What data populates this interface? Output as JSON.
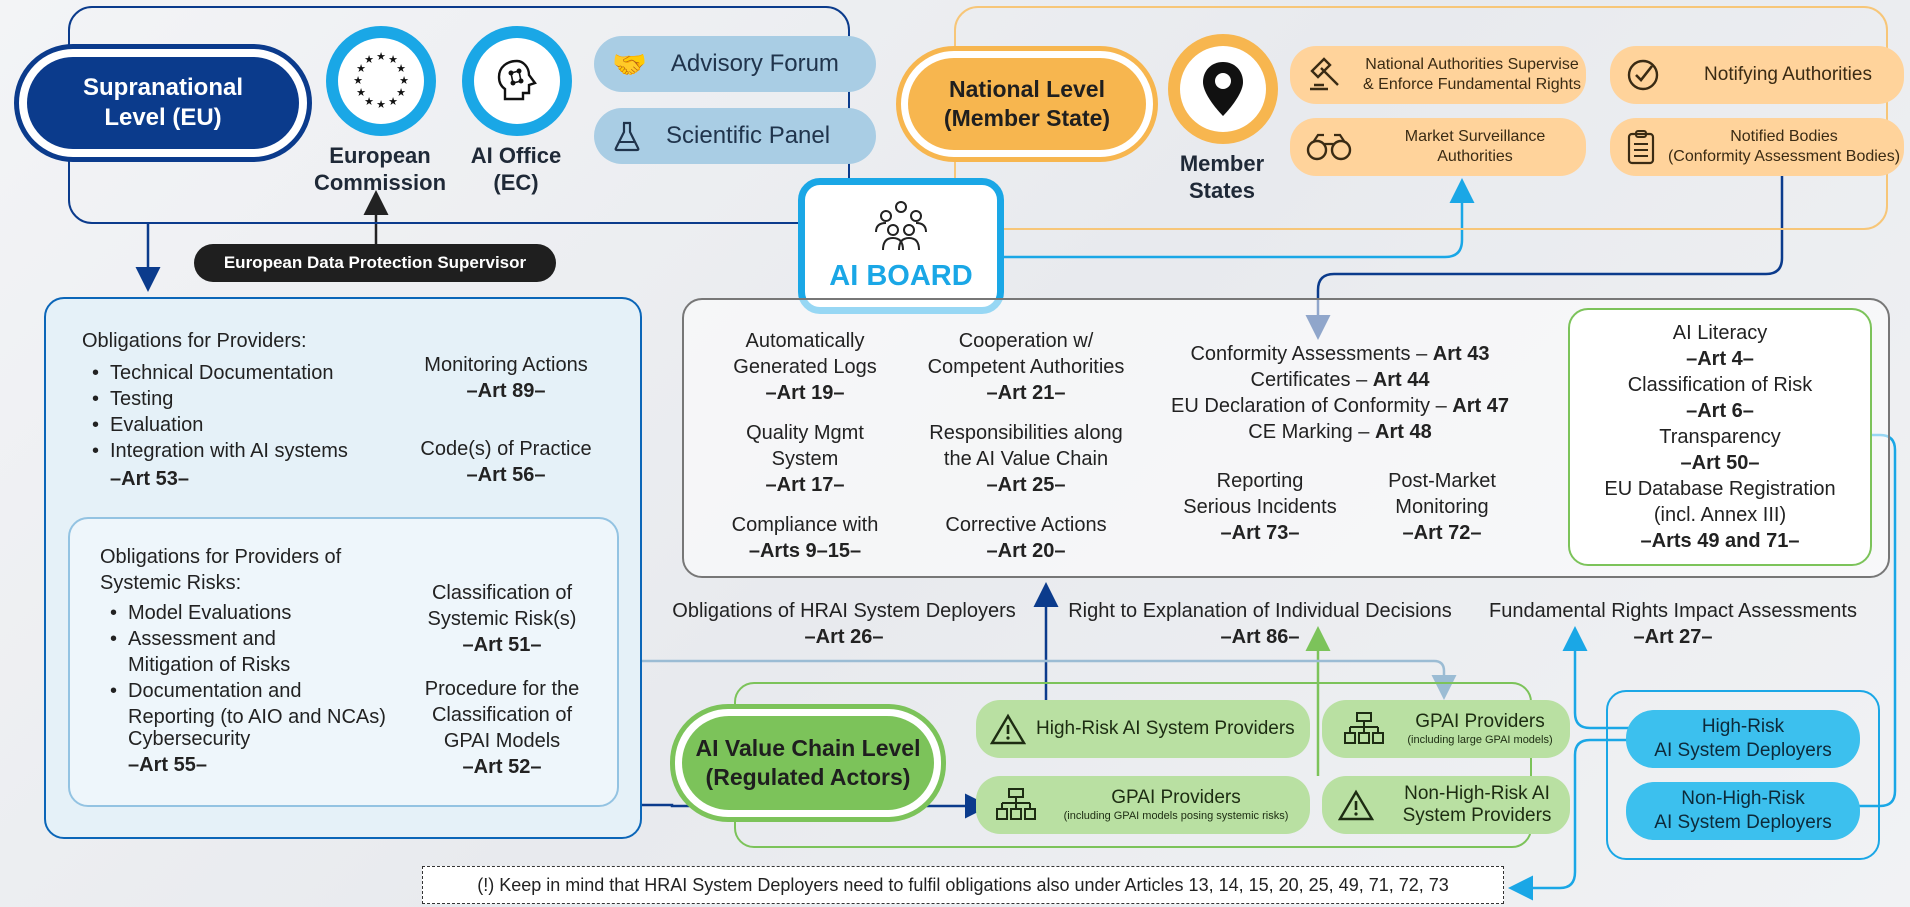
{
  "supranational": {
    "title_line1": "Supranational",
    "title_line2": "Level (EU)",
    "commission_line1": "European",
    "commission_line2": "Commission",
    "ai_office_line1": "AI Office",
    "ai_office_line2": "(EC)",
    "advisory_forum": "Advisory Forum",
    "scientific_panel": "Scientific Panel",
    "edps": "European Data Protection Supervisor"
  },
  "national": {
    "title_line1": "National Level",
    "title_line2": "(Member State)",
    "member_states_line1": "Member",
    "member_states_line2": "States",
    "nat_auth_line1": "National Authorities Supervise",
    "nat_auth_line2": "& Enforce Fundamental Rights",
    "notifying": "Notifying Authorities",
    "market_line1": "Market Surveillance",
    "market_line2": "Authorities",
    "notified_line1": "Notified Bodies",
    "notified_line2": "(Conformity Assessment Bodies)"
  },
  "ai_board": "AI BOARD",
  "providers": {
    "heading": "Obligations for Providers:",
    "items": [
      "Technical Documentation",
      "Testing",
      "Evaluation",
      "Integration with AI systems"
    ],
    "art": "–Art 53–",
    "monitoring": "Monitoring Actions",
    "monitoring_art": "–Art 89–",
    "codes": "Code(s) of Practice",
    "codes_art": "–Art 56–"
  },
  "systemic": {
    "heading_line1": "Obligations for Providers of",
    "heading_line2": "Systemic Risks:",
    "item1": "Model Evaluations",
    "item2_line1": "Assessment and",
    "item2_line2": "Mitigation of Risks",
    "item3_line1": "Documentation and",
    "item3_line2": "Reporting (to AIO and NCAs)",
    "cyber": "Cybersecurity",
    "art": "–Art 55–",
    "class_line1": "Classification of",
    "class_line2": "Systemic Risk(s)",
    "class_art": "–Art 51–",
    "proc_line1": "Procedure for the",
    "proc_line2": "Classification of",
    "proc_line3": "GPAI Models",
    "proc_art": "–Art 52–"
  },
  "obligations_center": {
    "logs_line1": "Automatically",
    "logs_line2": "Generated Logs",
    "logs_art": "–Art 19–",
    "coop_line1": "Cooperation w/",
    "coop_line2": "Competent Authorities",
    "coop_art": "–Art 21–",
    "qms_line1": "Quality Mgmt",
    "qms_line2": "System",
    "qms_art": "–Art 17–",
    "resp_line1": "Responsibilities along",
    "resp_line2": "the AI Value Chain",
    "resp_art": "–Art 25–",
    "comp_line1": "Compliance with",
    "comp_art": "–Arts 9–15–",
    "corr_line1": "Corrective Actions",
    "corr_art": "–Art 20–",
    "ca_text": "Conformity Assessments – ",
    "ca_art": "Art 43",
    "cert_text": "Certificates – ",
    "cert_art": "Art 44",
    "decl_text": "EU Declaration of Conformity – ",
    "decl_art": "Art 47",
    "ce_text": "CE Marking – ",
    "ce_art": "Art 48",
    "rep_line1": "Reporting",
    "rep_line2": "Serious Incidents",
    "rep_art": "–Art 73–",
    "pm_line1": "Post-Market",
    "pm_line2": "Monitoring",
    "pm_art": "–Art 72–"
  },
  "general_box": {
    "literacy": "AI Literacy",
    "literacy_art": "–Art 4–",
    "class_risk": "Classification of Risk",
    "class_art": "–Art 6–",
    "transparency": "Transparency",
    "trans_art": "–Art 50–",
    "db_line1": "EU Database Registration",
    "db_line2": "(incl. Annex III)",
    "db_art": "–Arts 49 and 71–"
  },
  "deployer_obligations": {
    "hrai": "Obligations of HRAI System Deployers",
    "hrai_art": "–Art 26–",
    "explanation": "Right to Explanation of Individual Decisions",
    "explanation_art": "–Art 86–",
    "fria": "Fundamental Rights Impact Assessments",
    "fria_art": "–Art 27–"
  },
  "value_chain": {
    "title_line1": "AI Value Chain Level",
    "title_line2": "(Regulated Actors)",
    "hr_providers": "High-Risk AI System Providers",
    "gpai_large_line1": "GPAI Providers",
    "gpai_large_line2": "(including large GPAI models)",
    "gpai_sys_line1": "GPAI Providers",
    "gpai_sys_line2": "(including GPAI models posing systemic risks)",
    "nhr_line1": "Non-High-Risk AI",
    "nhr_line2": "System Providers",
    "hr_deployers_line1": "High-Risk",
    "hr_deployers_line2": "AI System Deployers",
    "nhr_deployers_line1": "Non-High-Risk",
    "nhr_deployers_line2": "AI System Deployers"
  },
  "note": "(!) Keep in mind that HRAI System Deployers need to fulfil obligations also under Articles 13, 14, 15, 20, 25, 49, 71, 72, 73",
  "colors": {
    "navy": "#0b3b8c",
    "sky": "#1aa7e6",
    "orange": "#f7b64f",
    "green": "#7cc35a",
    "dark_green": "#5eae3a"
  }
}
